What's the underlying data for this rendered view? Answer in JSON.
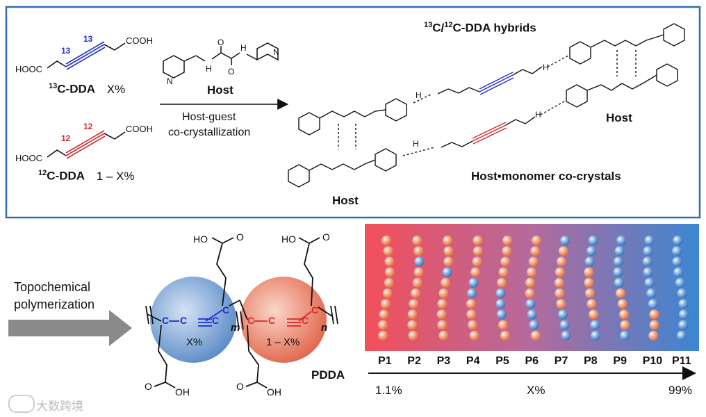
{
  "top": {
    "monomer13": {
      "label_prefix": "13",
      "label_main": "C-DDA",
      "fraction": "X%",
      "isotope_mark_1": "13",
      "isotope_mark_2": "13",
      "acid_left": "HOOC",
      "acid_right": "COOH",
      "color": "#1f2bd0"
    },
    "monomer12": {
      "label_prefix": "12",
      "label_main": "C-DDA",
      "fraction": "1 – X%",
      "isotope_mark_1": "12",
      "isotope_mark_2": "12",
      "acid_left": "HOOC",
      "acid_right": "COOH",
      "color": "#d42a2a"
    },
    "arrow": {
      "host_label": "Host",
      "line1": "Host-guest",
      "line2": "co-crystallization"
    },
    "product": {
      "hybrid_prefix": "13",
      "hybrid_mid": "C/",
      "hybrid_prefix2": "12",
      "hybrid_main": "C-DDA hybrids",
      "host_right": "Host",
      "host_bottom": "Host",
      "cocrystal_label": "Host•monomer co-crystals"
    },
    "atoms": {
      "N": "N",
      "H": "H",
      "O": "O",
      "OH": "OH",
      "HO": "HO"
    }
  },
  "bottom": {
    "arrow_line1": "Topochemical",
    "arrow_line2": "polymerization",
    "polymer": {
      "left_circle_label": "X%",
      "right_circle_label": "1 – X%",
      "subscript_left": "m",
      "subscript_right": "n",
      "name": "PDDA",
      "chain_atom": "C",
      "top_acid_left": "HO",
      "top_acid_right": "HO",
      "bottom_acid_left": "OH",
      "bottom_acid_right": "OH"
    },
    "gradient_panel": {
      "color_left": "#f2505a",
      "color_right": "#3a86d0",
      "columns": [
        "P1",
        "P2",
        "P3",
        "P4",
        "P5",
        "P6",
        "P7",
        "P8",
        "P9",
        "P10",
        "P11"
      ],
      "axis_start": "1.1%",
      "axis_mid": "X%",
      "axis_end": "99%"
    }
  },
  "watermark": "大数跨境",
  "colors": {
    "frame": "#2f6cb0",
    "blue": "#1f2bd0",
    "red": "#d42a2a",
    "arrow_gray": "#8a8a8a"
  }
}
